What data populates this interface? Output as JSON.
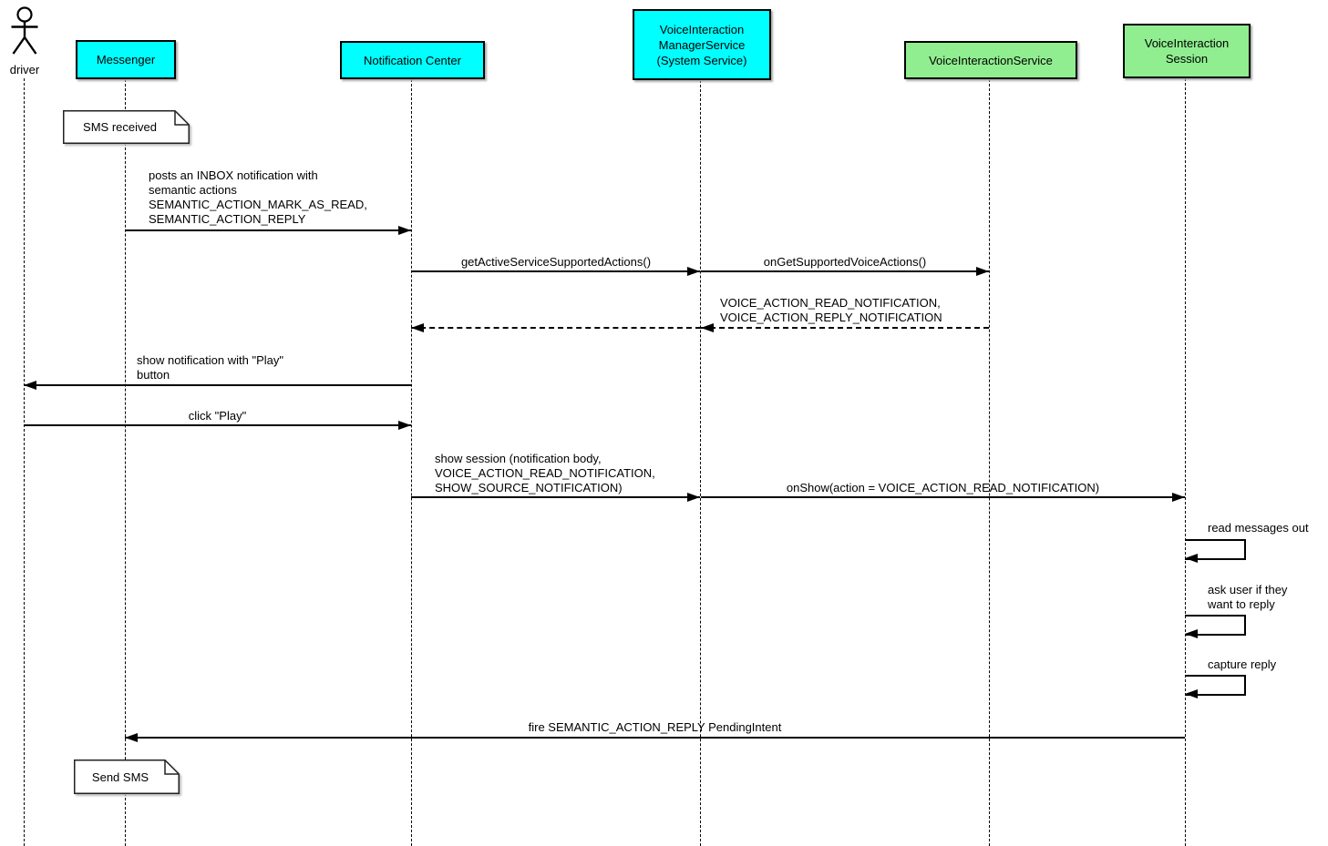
{
  "colors": {
    "cyan": "#00FFFF",
    "green": "#90EE90",
    "line": "#000000",
    "note_bg": "#FFFFFF"
  },
  "actor": {
    "label": "driver"
  },
  "participants": [
    {
      "id": "messenger",
      "fill": "#00FFFF",
      "label_lines": [
        "Messenger"
      ]
    },
    {
      "id": "notification-center",
      "fill": "#00FFFF",
      "label_lines": [
        "Notification Center"
      ]
    },
    {
      "id": "voiceinteraction-managerservice",
      "fill": "#00FFFF",
      "label_lines": [
        "VoiceInteraction",
        "ManagerService",
        "(System Service)"
      ]
    },
    {
      "id": "voiceinteractionservice",
      "fill": "#90EE90",
      "label_lines": [
        "VoiceInteractionService"
      ]
    },
    {
      "id": "voiceinteraction-session",
      "fill": "#90EE90",
      "label_lines": [
        "VoiceInteraction",
        "Session"
      ]
    }
  ],
  "notes": [
    {
      "text": "SMS received"
    },
    {
      "text": "Send SMS"
    }
  ],
  "messages": {
    "m1": {
      "from": "Messenger",
      "to": "Notification Center",
      "style": "solid",
      "lines": [
        "posts an INBOX notification with",
        "semantic actions",
        "SEMANTIC_ACTION_MARK_AS_READ,",
        "SEMANTIC_ACTION_REPLY"
      ]
    },
    "m2": {
      "from": "Notification Center",
      "to": "VoiceInteractionManagerService",
      "style": "solid",
      "label": "getActiveServiceSupportedActions()"
    },
    "m3": {
      "from": "VoiceInteractionManagerService",
      "to": "VoiceInteractionService",
      "style": "solid",
      "label": "onGetSupportedVoiceActions()"
    },
    "m4": {
      "from": "VoiceInteractionService",
      "to": "Notification Center",
      "style": "dashed-return",
      "lines": [
        "VOICE_ACTION_READ_NOTIFICATION,",
        "VOICE_ACTION_REPLY_NOTIFICATION"
      ]
    },
    "m5": {
      "from": "Notification Center",
      "to": "driver",
      "style": "solid",
      "lines": [
        "show notification with \"Play\"",
        "button"
      ]
    },
    "m6": {
      "from": "driver",
      "to": "Notification Center",
      "style": "solid",
      "label": "click \"Play\""
    },
    "m7": {
      "from": "Notification Center",
      "to": "VoiceInteractionManagerService",
      "style": "solid",
      "lines": [
        "show session (notification body,",
        "VOICE_ACTION_READ_NOTIFICATION,",
        "SHOW_SOURCE_NOTIFICATION)"
      ]
    },
    "m8": {
      "from": "VoiceInteractionManagerService",
      "to": "VoiceInteractionSession",
      "style": "solid",
      "label": "onShow(action = VOICE_ACTION_READ_NOTIFICATION)"
    },
    "m9": {
      "from": "VoiceInteractionSession",
      "to": "VoiceInteractionSession",
      "style": "self",
      "label": "read messages out"
    },
    "m10": {
      "from": "VoiceInteractionSession",
      "to": "VoiceInteractionSession",
      "style": "self",
      "lines": [
        "ask user if they",
        "want to reply"
      ]
    },
    "m11": {
      "from": "VoiceInteractionSession",
      "to": "VoiceInteractionSession",
      "style": "self",
      "label": "capture reply"
    },
    "m12": {
      "from": "VoiceInteractionSession",
      "to": "Messenger",
      "style": "solid",
      "label": "fire SEMANTIC_ACTION_REPLY PendingIntent"
    }
  }
}
